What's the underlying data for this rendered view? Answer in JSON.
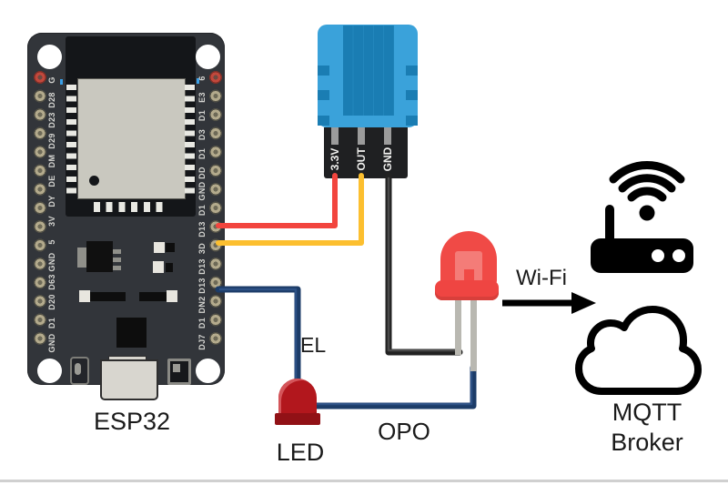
{
  "colors": {
    "background": "#ffffff",
    "board_body": "#32353a",
    "module_black": "#141619",
    "shield_gray": "#c9c8bf",
    "pin_pad_tan": "#b3aa8c",
    "dht_blue": "#3aa2da",
    "dht_hole_blue": "#1a7db3",
    "wire_red": "#f2453e",
    "wire_yellow": "#fcbf2f",
    "wire_black": "#222222",
    "wire_black_core": "#4a4a4a",
    "wire_blue": "#1c3c68",
    "wire_blue_core": "#2d5185",
    "led_red": "#f04a46",
    "led_dark_red": "#b2171d",
    "icon_black": "#000000",
    "icon_white": "#ffffff",
    "text": "#1a1a1a"
  },
  "esp32": {
    "label": "ESP32",
    "pins_left": [
      "G",
      "D28",
      "D23",
      "D29",
      "DM",
      "DE",
      "DY",
      "3V",
      "5",
      "GND",
      "D63",
      "D20",
      "D1",
      "GND"
    ],
    "pins_right": [
      "6",
      "E3",
      "D1",
      "D3",
      "D1",
      "DD",
      "GND",
      "D1",
      "D13",
      "3D",
      "D13",
      "D13",
      "DN2",
      "D1",
      "DJ7"
    ]
  },
  "dht11": {
    "pin_labels": [
      "3.3V",
      "OUT",
      "GND"
    ]
  },
  "annotations": {
    "el": "EL",
    "led": "LED",
    "opo": "OPO",
    "wifi": "Wi-Fi",
    "mqtt_line1": "MQTT",
    "mqtt_line2": "Broker"
  },
  "connections": [
    {
      "wire": "red",
      "from": "ESP32 right-side pin",
      "to": "DHT11 3.3V"
    },
    {
      "wire": "yellow",
      "from": "ESP32 right-side pin",
      "to": "DHT11 OUT"
    },
    {
      "wire": "black",
      "from": "DHT11 GND",
      "to": "red LED left leg"
    },
    {
      "wire": "blue",
      "from": "ESP32 right-side pin",
      "to": "small LED top"
    },
    {
      "wire": "blue",
      "from": "small LED right side",
      "to": "red LED right leg"
    }
  ]
}
